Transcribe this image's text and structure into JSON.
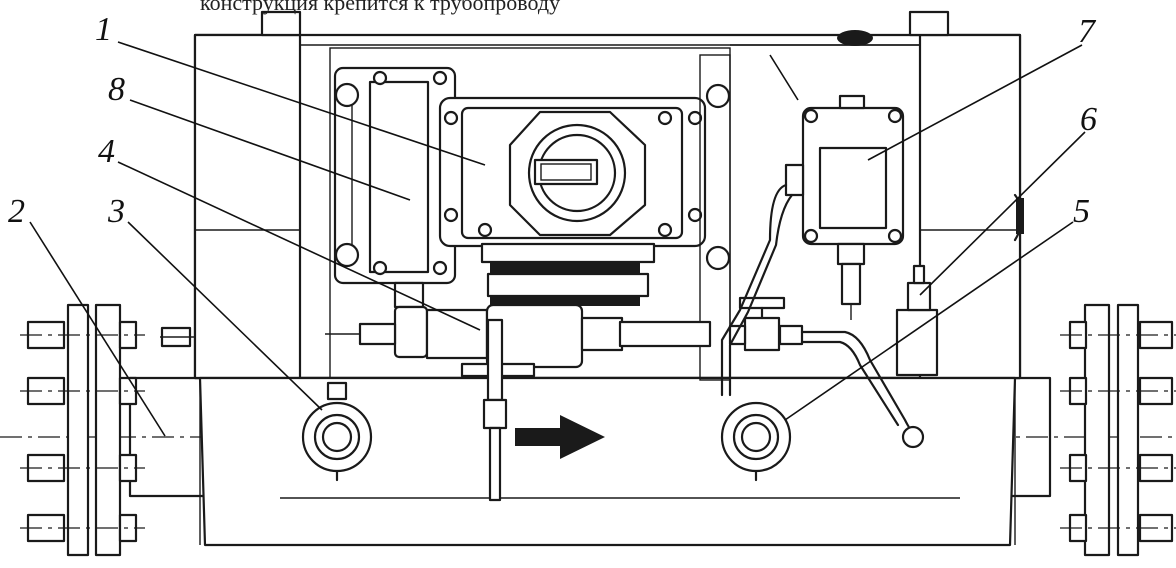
{
  "caption": "конструкция крепится к трубопроводу",
  "arrow_label": "",
  "callouts": [
    {
      "id": "1",
      "text": "1"
    },
    {
      "id": "2",
      "text": "2"
    },
    {
      "id": "3",
      "text": "3"
    },
    {
      "id": "4",
      "text": "4"
    },
    {
      "id": "5",
      "text": "5"
    },
    {
      "id": "6",
      "text": "6"
    },
    {
      "id": "7",
      "text": "7"
    },
    {
      "id": "8",
      "text": "8"
    }
  ],
  "colors": {
    "line": "#1a1a1a",
    "background": "#ffffff"
  }
}
